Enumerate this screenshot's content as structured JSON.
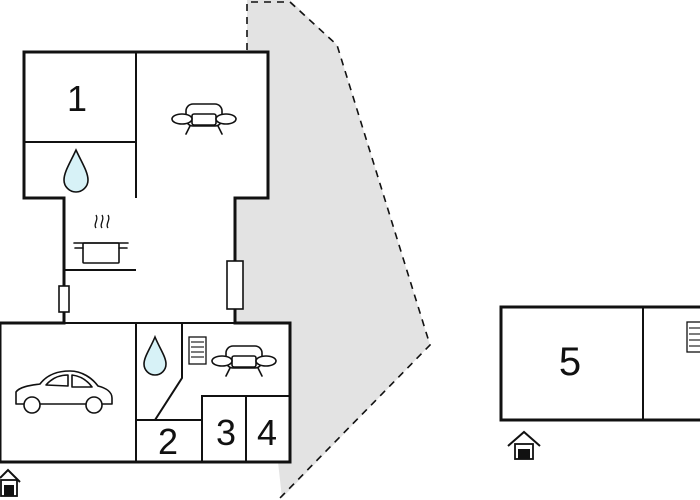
{
  "rooms": {
    "room1": "1",
    "room2": "2",
    "room3": "3",
    "room4": "4",
    "room5": "5"
  },
  "colors": {
    "wall": "#111111",
    "terrace": "#e3e3e3",
    "water": "#d7f2f7",
    "background": "#ffffff"
  },
  "icons": [
    "water-drop-icon",
    "sofa-icon",
    "cooking-pot-icon",
    "car-icon",
    "radiator-icon",
    "entrance-icon"
  ]
}
